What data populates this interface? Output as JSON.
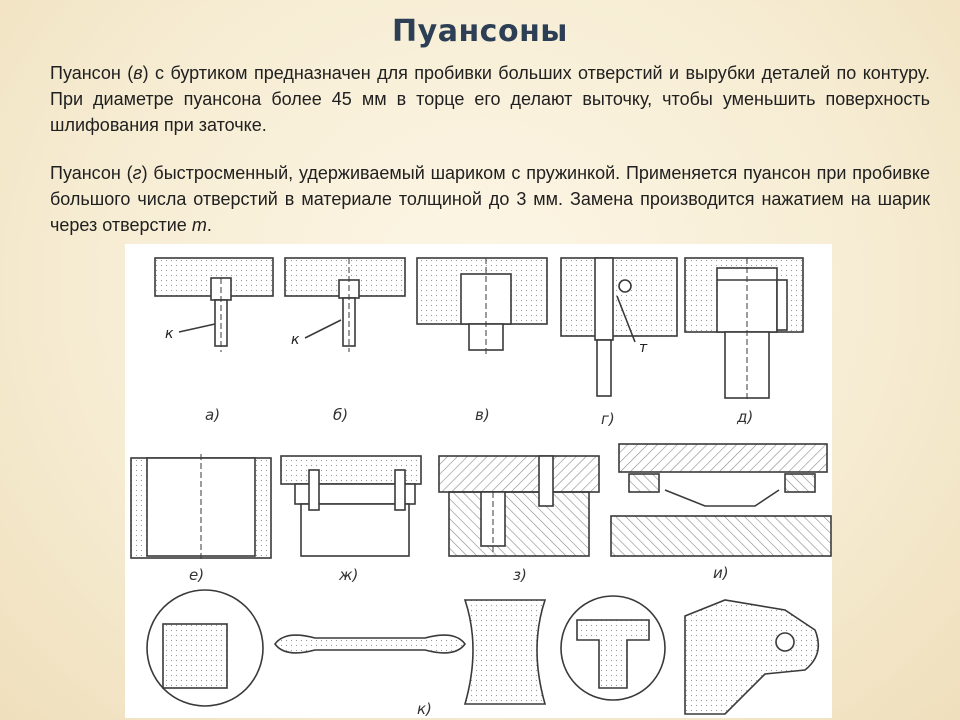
{
  "title": "Пуансоны",
  "paragraphs": {
    "p1": {
      "before": "Пуансон (",
      "em": "в",
      "after": ") с буртиком предназначен для пробивки больших отверстий и вырубки деталей по контуру. При диаметре пуансона более 45 мм в торце его делают выточку, чтобы уменьшить поверхность шлифования при заточке."
    },
    "p2": {
      "before": "Пуансон (",
      "em1": "г",
      "middle": ") быстросменный, удерживаемый шариком с пружинкой. Применяется пуансон при пробивке большого числа отверстий в материале толщиной до 3 мм. Замена производится нажатием на шарик через отверстие ",
      "em2": "т",
      "after": "."
    }
  },
  "figure": {
    "labels": {
      "a": "а)",
      "b": "б)",
      "v": "в)",
      "g": "г)",
      "d": "д)",
      "e": "е)",
      "zh": "ж)",
      "z": "з)",
      "i": "и)",
      "k": "к)"
    },
    "markers": {
      "k1": "к",
      "k2": "к",
      "t": "т"
    }
  },
  "colors": {
    "title": "#2c3f55",
    "text": "#202020",
    "ink": "#3a3a3a"
  }
}
